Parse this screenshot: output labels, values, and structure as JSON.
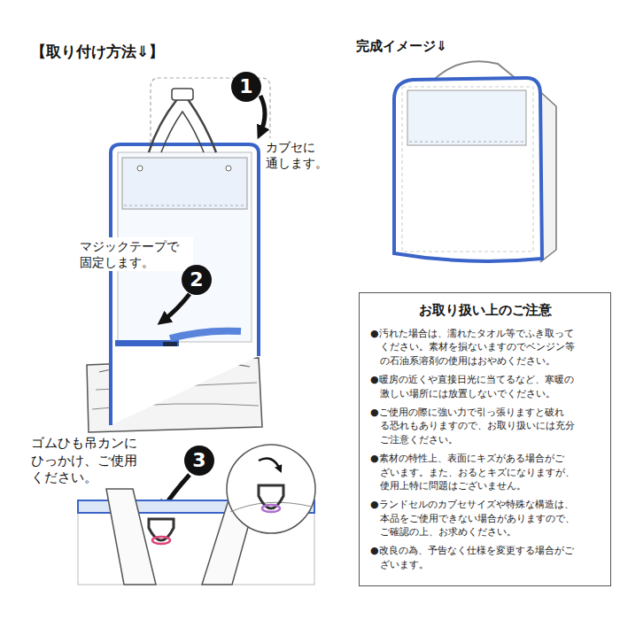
{
  "diagram": {
    "title": "【取り付け方法⇓】",
    "nodes": [
      {
        "text": [
          "1"
        ]
      },
      {
        "text": [
          "2"
        ]
      },
      {
        "text": [
          "3"
        ]
      },
      {
        "text": [
          "お取り扱い上のご注意",
          "●汚れた場合は、濡れたタオル等でふき取って ください。素材を損ないますのでベンジン等 の石油系溶剤の使用はおやめください。",
          "●暖房の近くや直接日光に当てるなど、寒暖の 激しい場所には放置しないでください。",
          "●ご使用の際に強い力で引っ張りますと破れ る恐れもありますので、お取り扱いには充分 ご注意ください。",
          "●素材の特性上、表面にキズがある場合がご ざいます。また、おるとキズになりますが、 使用上特に問題はございません。",
          "●ランドセルのカブセサイズや特殊な構造は、 本品をご使用できない場合がありますので、 ご確認の上、お求めください。",
          "●改良の為、予告なく仕様を変更する場合がご ざいます。"
        ]
      }
    ],
    "labels": [
      "カブセに 通します。",
      "マジックテープで 固定します。",
      "ゴムひも吊カンに ひっかけ、ご使用 ください。",
      "完成イメージ⇓"
    ]
  }
}
